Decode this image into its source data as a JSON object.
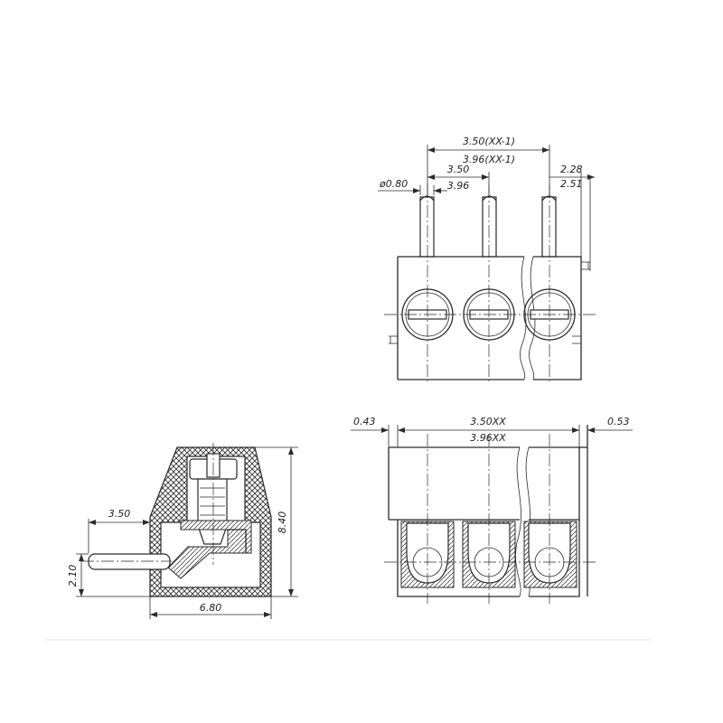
{
  "diagram": {
    "top_view": {
      "dim_pitch_a": "3.50(XX-1)",
      "dim_pitch_b": "3.96(XX-1)",
      "dim_single_a": "3.50",
      "dim_single_b": "3.96",
      "dim_pin_dia": "ø0.80",
      "dim_edge_a": "2.28",
      "dim_edge_b": "2.51"
    },
    "front_view": {
      "dim_left": "0.43",
      "dim_pitch_a": "3.50XX",
      "dim_pitch_b": "3.96XX",
      "dim_right": "0.53"
    },
    "side_view": {
      "dim_pin_len": "3.50",
      "dim_height": "8.40",
      "dim_pin_height": "2.10",
      "dim_width": "6.80"
    }
  }
}
